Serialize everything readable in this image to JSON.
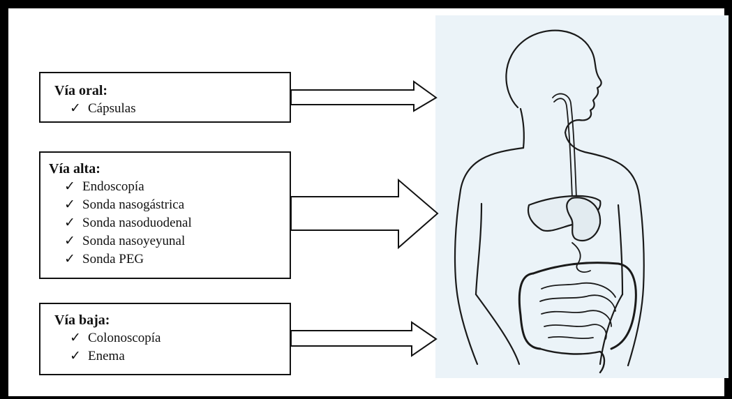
{
  "boxes": {
    "oral": {
      "title": "Vía oral:",
      "items": [
        {
          "check": "✓",
          "label": "Cápsulas"
        }
      ]
    },
    "alta": {
      "title": "Vía alta:",
      "items": [
        {
          "check": "✓",
          "label": "Endoscopía"
        },
        {
          "check": "✓",
          "label": "Sonda nasogástrica"
        },
        {
          "check": "✓",
          "label": "Sonda nasoduodenal"
        },
        {
          "check": "✓",
          "label": "Sonda nasoyeyunal"
        },
        {
          "check": "✓",
          "label": "Sonda PEG"
        }
      ]
    },
    "baja": {
      "title": "Vía baja:",
      "items": [
        {
          "check": "✓",
          "label": "Colonoscopía"
        },
        {
          "check": "✓",
          "label": "Enema"
        }
      ]
    }
  },
  "illustration": {
    "icon": "digestive-system-icon",
    "background": "#ebf3f8",
    "stroke": "#1a1a1a"
  }
}
